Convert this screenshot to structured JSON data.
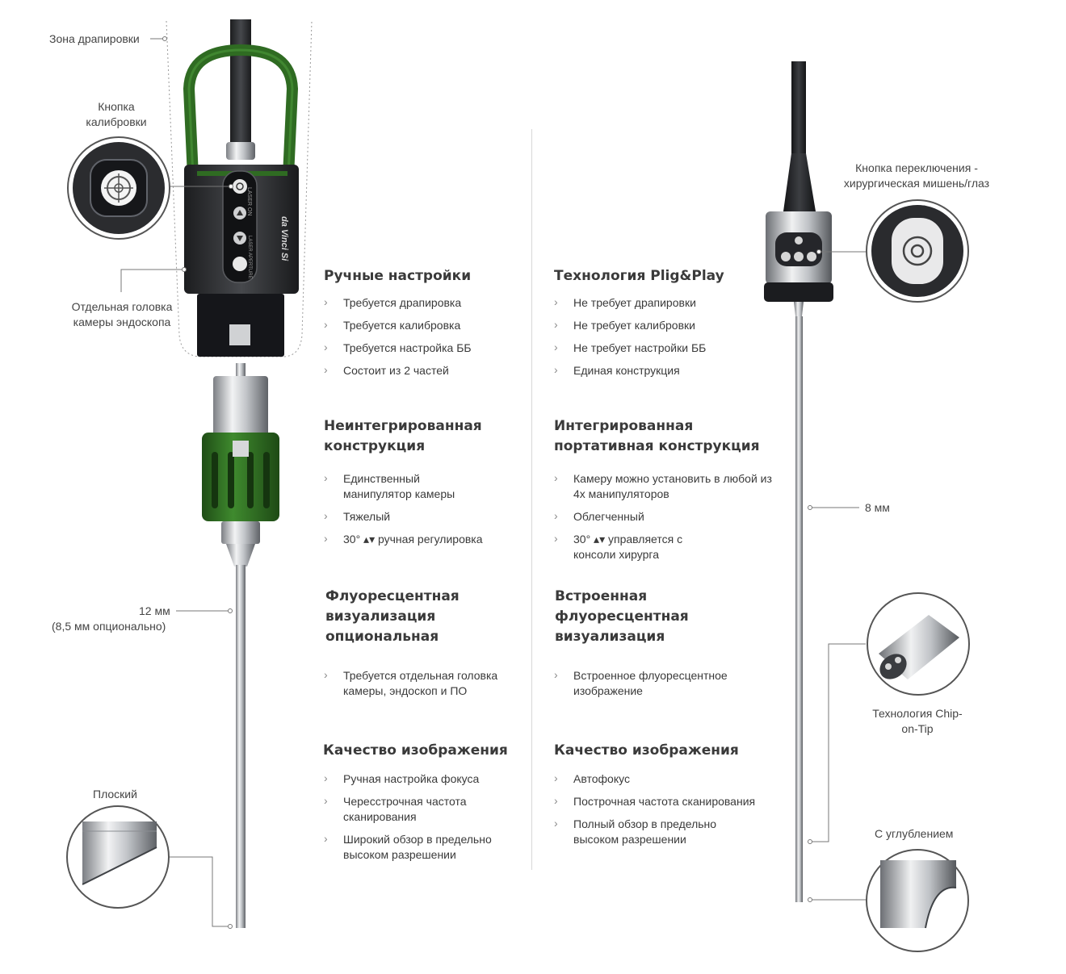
{
  "callouts_left": {
    "drape_zone": "Зона драпировки",
    "calibration_button": "Кнопка калибровки",
    "camera_head": "Отдельная головка камеры эндоскопа",
    "size_12": "12 мм",
    "size_12_optional": "(8,5 мм опционально)",
    "flat": "Плоский"
  },
  "callouts_right": {
    "toggle_button": "Кнопка переключения - хирургическая мишень/глаз",
    "size_8": "8 мм",
    "chip_on_tip": "Технология Chip-on-Tip",
    "recessed": "С углублением"
  },
  "device_labels": {
    "brand": "da Vinci Si",
    "laser_on": "LASER ON",
    "laser_aperture": "LASER APERTURE"
  },
  "left_sections": [
    {
      "title": "Ручные настройки",
      "items": [
        "Требуется драпировка",
        "Требуется калибровка",
        "Требуется настройка ББ",
        "Состоит из 2 частей"
      ]
    },
    {
      "title": "Неинтегрированная конструкция",
      "items": [
        "Единственный манипулятор камеры",
        "Тяжелый",
        "30° ▴▾ ручная регулировка"
      ]
    },
    {
      "title": "Флуоресцентная визуализация опциональная",
      "items": [
        "Требуется отдельная головка камеры, эндоскоп и ПО"
      ]
    },
    {
      "title": "Качество изображения",
      "items": [
        "Ручная настройка фокуса",
        "Чересстрочная частота сканирования",
        "Широкий обзор в предельно высоком разрешении"
      ]
    }
  ],
  "right_sections": [
    {
      "title": "Технология Plig&Play",
      "items": [
        "Не требует драпировки",
        "Не требует калибровки",
        "Не требует настройки ББ",
        "Единая конструкция"
      ]
    },
    {
      "title": "Интегрированная портативная конструкция",
      "items": [
        "Камеру можно установить в любой из 4х манипуляторов",
        "Облегченный",
        "30° ▴▾ управляется с консоли хирурга"
      ]
    },
    {
      "title": "Встроенная флуоресцентная визуализация",
      "items": [
        "Встроенное флуоресцентное изображение"
      ]
    },
    {
      "title": "Качество изображения",
      "items": [
        "Автофокус",
        "Построчная частота сканирования",
        "Полный обзор в предельно высоком разрешении"
      ]
    }
  ],
  "colors": {
    "green": "#2f6b22",
    "dark": "#3a3a3a",
    "steel": "#b9bcc0"
  }
}
